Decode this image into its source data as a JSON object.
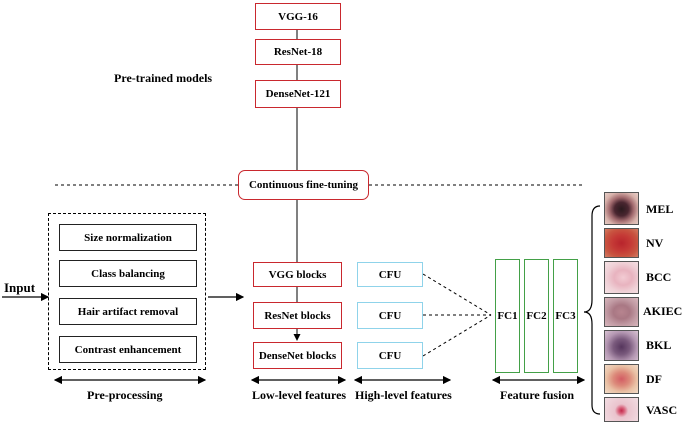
{
  "pretrained": {
    "label": "Pre-trained models",
    "models": [
      "VGG-16",
      "ResNet-18",
      "DenseNet-121"
    ]
  },
  "finetune": "Continuous fine-tuning",
  "input_label": "Input",
  "preprocessing": {
    "steps": [
      "Size normalization",
      "Class balancing",
      "Hair artifact removal",
      "Contrast enhancement"
    ],
    "label": "Pre-processing"
  },
  "low_level": {
    "blocks": [
      "VGG blocks",
      "ResNet blocks",
      "DenseNet blocks"
    ],
    "label": "Low-level features"
  },
  "high_level": {
    "blocks": [
      "CFU",
      "CFU",
      "CFU"
    ],
    "label": "High-level features"
  },
  "fusion": {
    "layers": [
      "FC1",
      "FC2",
      "FC3"
    ],
    "label": "Feature fusion"
  },
  "classes": [
    "MEL",
    "NV",
    "BCC",
    "AKIEC",
    "BKL",
    "DF",
    "VASC"
  ],
  "colors": {
    "pretrained_border": "#c9282e",
    "cfu_border": "#8fd3ea",
    "fc_border": "#43a047"
  }
}
